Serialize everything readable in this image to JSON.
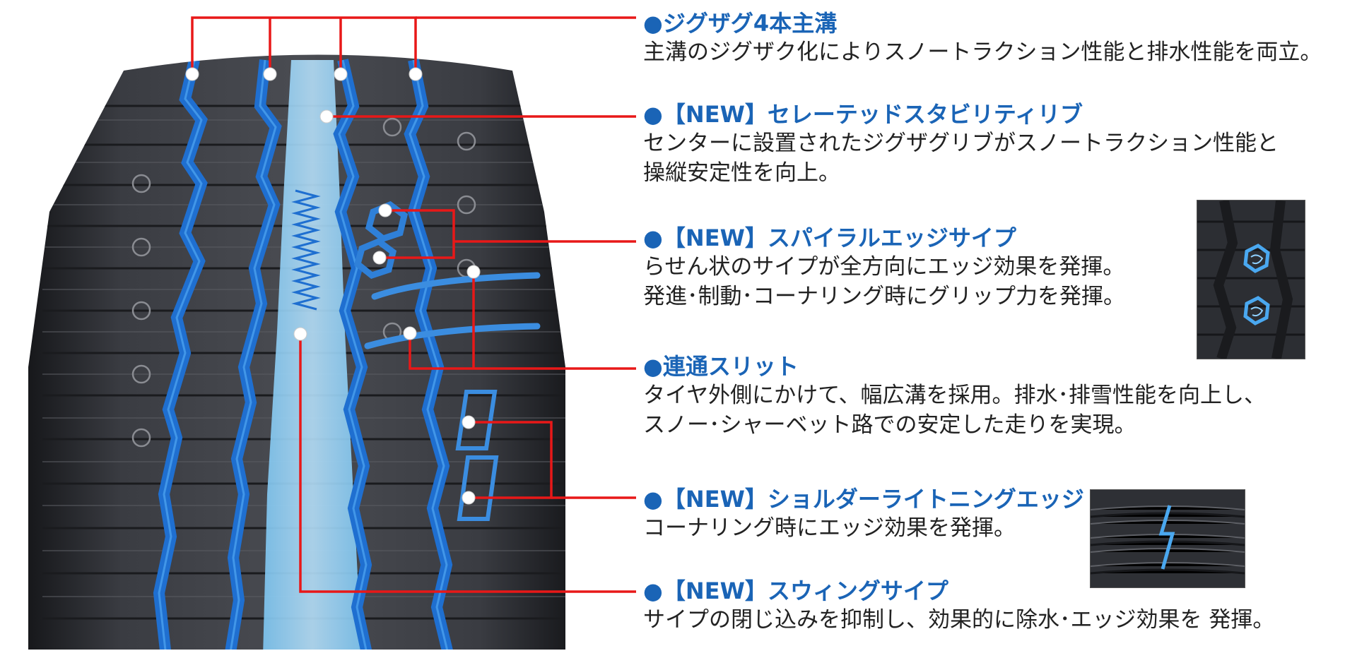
{
  "colors": {
    "leader_line": "#e81818",
    "title_blue": "#1a64b6",
    "groove_blue": "#1f6fd0",
    "center_rib_blue": "#5cb8f0",
    "tire_dark": "#2a2c30"
  },
  "features": [
    {
      "title": "●ジグザグ4本主溝",
      "description": [
        "主溝のジグザク化によりスノートラクション性能と排水性能を両立。"
      ]
    },
    {
      "title": "●【NEW】セレーテッドスタビリティリブ",
      "description": [
        "センターに設置されたジグザグリブがスノートラクション性能と",
        "操縦安定性を向上。"
      ]
    },
    {
      "title": "●【NEW】スパイラルエッジサイプ",
      "description": [
        "らせん状のサイプが全方向にエッジ効果を発揮。",
        "発進･制動･コーナリング時にグリップ力を発揮。"
      ]
    },
    {
      "title": "●連通スリット",
      "description": [
        "タイヤ外側にかけて、幅広溝を採用。排水･排雪性能を向上し、",
        "スノー･シャーベット路での安定した走りを実現。"
      ]
    },
    {
      "title": "●【NEW】ショルダーライトニングエッジ",
      "description": [
        "コーナリング時にエッジ効果を発揮。"
      ]
    },
    {
      "title": "●【NEW】スウィングサイプ",
      "description": [
        "サイプの閉じ込みを抑制し、効果的に除水･エッジ効果を 発揮。"
      ]
    }
  ],
  "icons": {
    "tire": "tire-tread-image",
    "spiral_thumb": "spiral-sipe-closeup-image",
    "lightning_thumb": "lightning-edge-closeup-image"
  }
}
